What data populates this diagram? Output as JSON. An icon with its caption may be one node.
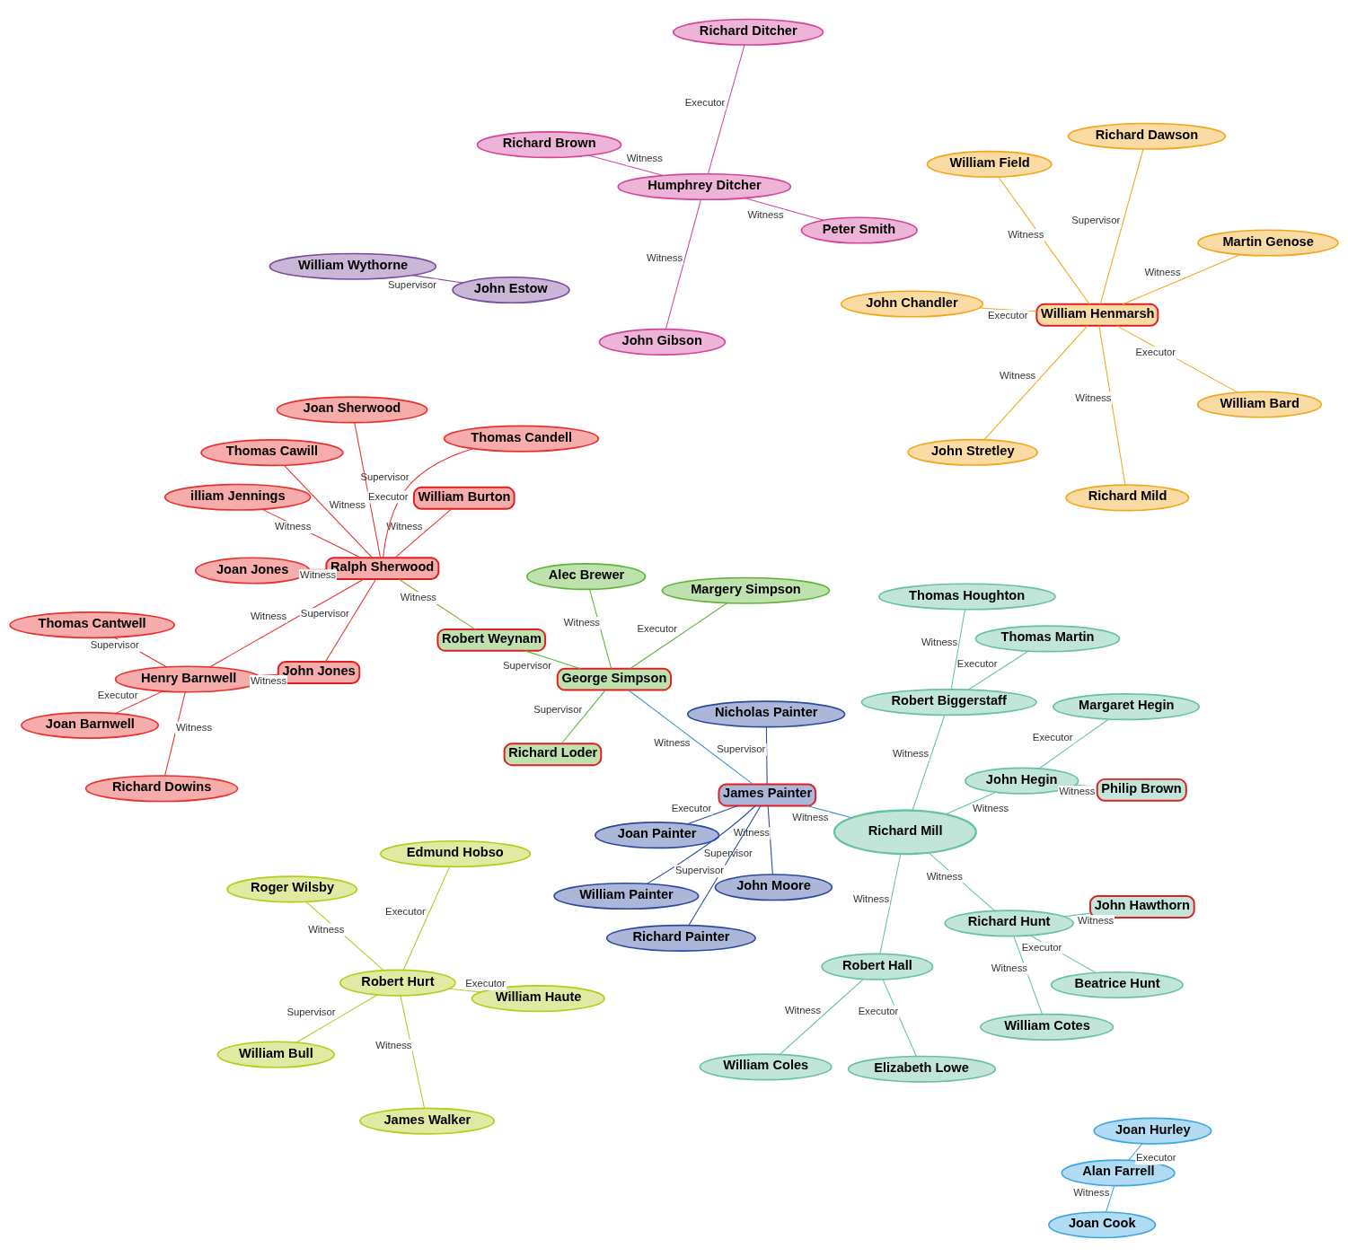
{
  "diagram": {
    "nodes": [
      {
        "text": [
          "John Chandler"
        ]
      },
      {
        "text": [
          "Richard Brown"
        ]
      },
      {
        "text": [
          "Peter Smith"
        ]
      },
      {
        "text": [
          "Martin Genose"
        ]
      },
      {
        "text": [
          "Richard Mild"
        ]
      },
      {
        "text": [
          "John Gibson"
        ]
      },
      {
        "text": [
          "Richard Dawson"
        ]
      },
      {
        "text": [
          "Humphrey Ditcher"
        ]
      },
      {
        "text": [
          "William Henmarsh"
        ]
      },
      {
        "text": [
          "Alan Farrell"
        ]
      },
      {
        "text": [
          "William Field"
        ]
      },
      {
        "text": [
          "Roger Wilsby"
        ]
      },
      {
        "text": [
          "Joan Hurley"
        ]
      },
      {
        "text": [
          "Richard Ditcher"
        ]
      },
      {
        "text": [
          "John Stretley"
        ]
      },
      {
        "text": [
          "William Bard"
        ]
      },
      {
        "text": [
          "Joan Cook"
        ]
      },
      {
        "text": [
          "William Haute"
        ]
      },
      {
        "text": [
          "James Walker"
        ]
      },
      {
        "text": [
          "Thomas Cantwell"
        ]
      },
      {
        "text": [
          "Richard Dowins"
        ]
      },
      {
        "text": [
          "Robert Hurt"
        ]
      },
      {
        "text": [
          "William Coles"
        ]
      },
      {
        "text": [
          "Thomas Martin"
        ]
      },
      {
        "text": [
          "William Burton"
        ]
      },
      {
        "text": [
          "Thomas Houghton"
        ]
      },
      {
        "text": [
          "Henry Barnwell"
        ]
      },
      {
        "text": [
          "Joan Barnwell"
        ]
      },
      {
        "text": [
          "Edmund Hobso"
        ]
      },
      {
        "text": [
          "John Jones"
        ]
      },
      {
        "text": [
          "Robert Hall"
        ]
      },
      {
        "text": [
          "William Bull"
        ]
      },
      {
        "text": [
          "Elizabeth Lowe"
        ]
      },
      {
        "text": [
          "illiam Jennings"
        ]
      },
      {
        "text": [
          "Robert Biggerstaff"
        ]
      },
      {
        "text": [
          "Thomas Candell"
        ]
      },
      {
        "text": [
          "Ralph Sherwood"
        ]
      },
      {
        "text": [
          "Philip Brown"
        ]
      },
      {
        "text": [
          "John Moore"
        ]
      },
      {
        "text": [
          "Thomas Cawill"
        ]
      },
      {
        "text": [
          "Joan Painter"
        ]
      },
      {
        "text": [
          "John Hegin"
        ]
      },
      {
        "text": [
          "Richard Mill"
        ]
      },
      {
        "text": [
          "Joan Jones"
        ]
      },
      {
        "text": [
          "Margaret Hegin"
        ]
      },
      {
        "text": [
          "Margery Simpson"
        ]
      },
      {
        "text": [
          "Robert Weynam"
        ]
      },
      {
        "text": [
          "James Painter"
        ]
      },
      {
        "text": [
          "Joan Sherwood"
        ]
      },
      {
        "text": [
          "William Painter"
        ]
      },
      {
        "text": [
          "Richard Hunt"
        ]
      },
      {
        "text": [
          "William Cotes"
        ]
      },
      {
        "text": [
          "George Simpson"
        ]
      },
      {
        "text": [
          "Nicholas Painter"
        ]
      },
      {
        "text": [
          "Richard Painter"
        ]
      },
      {
        "text": [
          "Alec Brewer"
        ]
      },
      {
        "text": [
          "John Hawthorn"
        ]
      },
      {
        "text": [
          "Beatrice Hunt"
        ]
      },
      {
        "text": [
          "Richard Loder"
        ]
      },
      {
        "text": [
          "William Wythorne"
        ]
      },
      {
        "text": [
          "John Estow"
        ]
      }
    ],
    "edges": [
      {
        "from": 7,
        "to": 2,
        "arrow": "none",
        "label": "Witness",
        "color": "#d4449b"
      },
      {
        "from": 7,
        "to": 1,
        "arrow": "none",
        "label": "Witness",
        "color": "#d4449b"
      },
      {
        "from": 7,
        "to": 5,
        "arrow": "none",
        "label": "Witness",
        "color": "#d4449b"
      },
      {
        "from": 7,
        "to": 13,
        "arrow": "none",
        "label": "Executor",
        "color": "#d4449b"
      },
      {
        "from": 8,
        "to": 0,
        "arrow": "none",
        "label": "Executor",
        "color": "#f2a71b"
      },
      {
        "from": 8,
        "to": 3,
        "arrow": "none",
        "label": "Witness",
        "color": "#f2a71b"
      },
      {
        "from": 8,
        "to": 4,
        "arrow": "none",
        "label": "Witness",
        "color": "#f2a71b"
      },
      {
        "from": 8,
        "to": 6,
        "arrow": "none",
        "label": "Supervisor",
        "color": "#f2a71b"
      },
      {
        "from": 8,
        "to": 10,
        "arrow": "none",
        "label": "Witness",
        "color": "#f2a71b"
      },
      {
        "from": 8,
        "to": 14,
        "arrow": "none",
        "label": "Witness",
        "color": "#f2a71b"
      },
      {
        "from": 8,
        "to": 15,
        "arrow": "none",
        "label": "Executor",
        "color": "#f2a71b"
      },
      {
        "from": 9,
        "to": 12,
        "arrow": "none",
        "label": "Executor",
        "color": "#3ca7e0"
      },
      {
        "from": 9,
        "to": 16,
        "arrow": "none",
        "label": "Witness",
        "color": "#3ca7e0"
      },
      {
        "from": 21,
        "to": 11,
        "arrow": "none",
        "label": "Witness",
        "color": "#b5cc18"
      },
      {
        "from": 21,
        "to": 18,
        "arrow": "none",
        "label": "Witness",
        "color": "#b5cc18"
      },
      {
        "from": 21,
        "to": 17,
        "arrow": "none",
        "label": "Executor",
        "color": "#b5cc18"
      },
      {
        "from": 21,
        "to": 28,
        "arrow": "none",
        "label": "Executor",
        "color": "#b5cc18"
      },
      {
        "from": 21,
        "to": 31,
        "arrow": "none",
        "label": "Supervisor",
        "color": "#b5cc18"
      },
      {
        "from": 26,
        "to": 19,
        "arrow": "none",
        "label": "Supervisor",
        "color": "#e8312f"
      },
      {
        "from": 26,
        "to": 20,
        "arrow": "none",
        "label": "Witness",
        "color": "#e8312f"
      },
      {
        "from": 26,
        "to": 29,
        "arrow": "none",
        "label": "Witness",
        "color": "#e8312f"
      },
      {
        "from": 26,
        "to": 27,
        "arrow": "none",
        "label": "Executor",
        "color": "#e8312f"
      },
      {
        "from": 26,
        "to": 36,
        "arrow": "none",
        "label": "Witness",
        "color": "#e8312f"
      },
      {
        "from": 36,
        "to": 24,
        "arrow": "none",
        "label": "Witness",
        "color": "#e8312f"
      },
      {
        "from": 36,
        "to": 29,
        "arrow": "none",
        "label": "Supervisor",
        "color": "#e8312f"
      },
      {
        "from": 36,
        "to": 33,
        "arrow": "none",
        "label": "Witness",
        "color": "#e8312f"
      },
      {
        "from": 36,
        "to": 35,
        "arrow": "none",
        "label": "Supervisor",
        "color": "#e8312f"
      },
      {
        "from": 36,
        "to": 43,
        "arrow": "none",
        "label": "Witness",
        "color": "#e8312f"
      },
      {
        "from": 36,
        "to": 39,
        "arrow": "none",
        "label": "Witness",
        "color": "#e8312f"
      },
      {
        "from": 36,
        "to": 48,
        "arrow": "none",
        "label": "Executor",
        "color": "#e8312f"
      },
      {
        "from": 36,
        "to": 46,
        "arrow": "none",
        "label": "Witness",
        "color": "#8fa52a"
      },
      {
        "from": 52,
        "to": 46,
        "arrow": "none",
        "label": "Supervisor",
        "color": "#5db536"
      },
      {
        "from": 52,
        "to": 45,
        "arrow": "none",
        "label": "Executor",
        "color": "#5db536"
      },
      {
        "from": 52,
        "to": 47,
        "arrow": "none",
        "label": "Witness",
        "color": "#3a9ac8"
      },
      {
        "from": 52,
        "to": 55,
        "arrow": "none",
        "label": "Witness",
        "color": "#5db536"
      },
      {
        "from": 52,
        "to": 58,
        "arrow": "none",
        "label": "Supervisor",
        "color": "#5db536"
      },
      {
        "from": 47,
        "to": 38,
        "arrow": "none",
        "label": "Witness",
        "color": "#2e4aa0"
      },
      {
        "from": 47,
        "to": 40,
        "arrow": "none",
        "label": "Executor",
        "color": "#2e4aa0"
      },
      {
        "from": 42,
        "to": 47,
        "arrow": "none",
        "label": "Witness",
        "color": "#4a90d0"
      },
      {
        "from": 47,
        "to": 49,
        "arrow": "none",
        "label": "Supervisor",
        "color": "#2e4aa0"
      },
      {
        "from": 47,
        "to": 53,
        "arrow": "none",
        "label": "Supervisor",
        "color": "#2e4aa0"
      },
      {
        "from": 47,
        "to": 54,
        "arrow": "none",
        "label": "Supervisor",
        "color": "#2e4aa0"
      },
      {
        "from": 30,
        "to": 22,
        "arrow": "none",
        "label": "Witness",
        "color": "#66c2a0"
      },
      {
        "from": 30,
        "to": 32,
        "arrow": "none",
        "label": "Executor",
        "color": "#66c2a0"
      },
      {
        "from": 42,
        "to": 30,
        "arrow": "none",
        "label": "Witness",
        "color": "#66c2a0"
      },
      {
        "from": 34,
        "to": 23,
        "arrow": "none",
        "label": "Executor",
        "color": "#66c2a0"
      },
      {
        "from": 34,
        "to": 25,
        "arrow": "none",
        "label": "Witness",
        "color": "#66c2a0"
      },
      {
        "from": 42,
        "to": 34,
        "arrow": "none",
        "label": "Witness",
        "color": "#66c2a0"
      },
      {
        "from": 42,
        "to": 41,
        "arrow": "none",
        "label": "Witness",
        "color": "#66c2a0"
      },
      {
        "from": 41,
        "to": 37,
        "arrow": "none",
        "label": "Witness",
        "color": "#66c2a0"
      },
      {
        "from": 41,
        "to": 44,
        "arrow": "none",
        "label": "Executor",
        "color": "#66c2a0"
      },
      {
        "from": 42,
        "to": 50,
        "arrow": "none",
        "label": "Witness",
        "color": "#66c2a0"
      },
      {
        "from": 50,
        "to": 51,
        "arrow": "none",
        "label": "Witness",
        "color": "#66c2a0"
      },
      {
        "from": 50,
        "to": 57,
        "arrow": "none",
        "label": "Executor",
        "color": "#66c2a0"
      },
      {
        "from": 50,
        "to": 56,
        "arrow": "none",
        "label": "Witness",
        "color": "#66c2a0"
      },
      {
        "from": 59,
        "to": 60,
        "arrow": "none",
        "label": "Supervisor",
        "color": "#7b4a9c"
      }
    ]
  }
}
